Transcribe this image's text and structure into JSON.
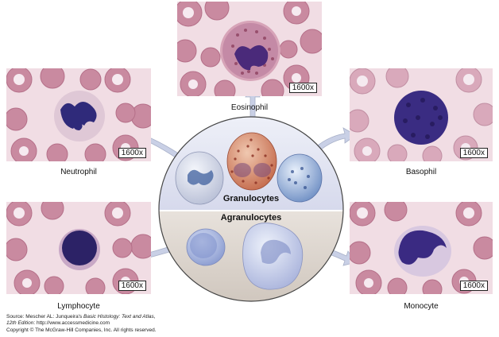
{
  "figure": {
    "magnification": "1600x",
    "cells": [
      {
        "key": "eosinophil",
        "name": "Eosinophil"
      },
      {
        "key": "neutrophil",
        "name": "Neutrophil"
      },
      {
        "key": "basophil",
        "name": "Basophil"
      },
      {
        "key": "lymphocyte",
        "name": "Lymphocyte"
      },
      {
        "key": "monocyte",
        "name": "Monocyte"
      }
    ],
    "groups": {
      "granulocytes": "Granulocytes",
      "agranulocytes": "Agranulocytes"
    }
  },
  "source": {
    "line1_prefix": "Source: Mescher AL: Junqueira's ",
    "line1_title": "Basic Histology: Text and Atlas,",
    "line2_edition": "12th Edition",
    "line2_url": ": http://www.accessmedicine.com",
    "line3": "Copyright © The McGraw-Hill Companies, Inc. All rights reserved."
  },
  "colors": {
    "plasma": "#f1dde4",
    "rbc": "#c98aa0",
    "nucleus": "#3b2a7a",
    "eosin_granule": "#b04a3a",
    "circle_top": "#dcdcf0",
    "circle_bottom": "#d8cfc6"
  }
}
